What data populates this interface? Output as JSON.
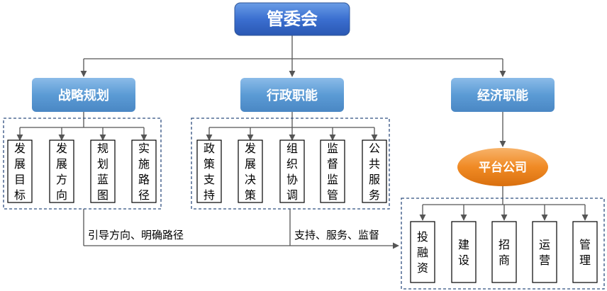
{
  "root": {
    "label": "管委会"
  },
  "branches": [
    {
      "label": "战略规划",
      "children": [
        "发展目标",
        "发展方向",
        "规划蓝图",
        "实施路径"
      ]
    },
    {
      "label": "行政职能",
      "children": [
        "政策支持",
        "发展决策",
        "组织协调",
        "监督监管",
        "公共服务"
      ]
    },
    {
      "label": "经济职能",
      "children": []
    }
  ],
  "platform": {
    "label": "平台公司",
    "children": [
      "投融资",
      "建设",
      "招商",
      "运营",
      "管理"
    ]
  },
  "notes": {
    "left": "引导方向、明确路径",
    "right": "支持、服务、监督"
  },
  "colors": {
    "blue_top": "#3b6fd0",
    "blue_mid": "#5b9bd5",
    "orange": "#f08a24"
  }
}
